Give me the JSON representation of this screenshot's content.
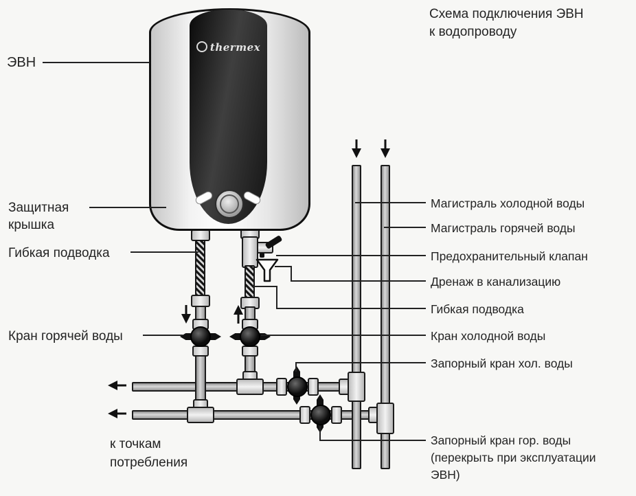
{
  "title": {
    "line1": "Схема подключения ЭВН",
    "line2": "к водопроводу"
  },
  "heater": {
    "brand": "thermex"
  },
  "left_labels": {
    "evn": "ЭВН",
    "cover_line1": "Защитная",
    "cover_line2": "крышка",
    "flex_hose": "Гибкая подводка",
    "hot_tap": "Кран горячей воды",
    "consumers_line1": "к точкам",
    "consumers_line2": "потребления"
  },
  "right_labels": {
    "cold_main": "Магистраль холодной воды",
    "hot_main": "Магистраль горячей воды",
    "safety_valve": "Предохранительный клапан",
    "drain": "Дренаж в канализацию",
    "flex_hose": "Гибкая подводка",
    "cold_tap": "Кран холодной воды",
    "cold_shutoff": "Запорный кран хол. воды",
    "hot_shutoff_line1": "Запорный кран гор. воды",
    "hot_shutoff_line2": "(перекрыть при эксплуатации",
    "hot_shutoff_line3": "ЭВН)"
  },
  "icons": {
    "down_arrow": "flow-down-arrow",
    "up_arrow": "flow-up-arrow",
    "left_arrow": "flow-left-arrow",
    "funnel": "drain-funnel"
  },
  "colors": {
    "background": "#f7f7f5",
    "pipe": "#b5b5b5",
    "outline": "#1b1b1b",
    "heater_stripe": "#1f1f1f",
    "text": "#242424"
  }
}
